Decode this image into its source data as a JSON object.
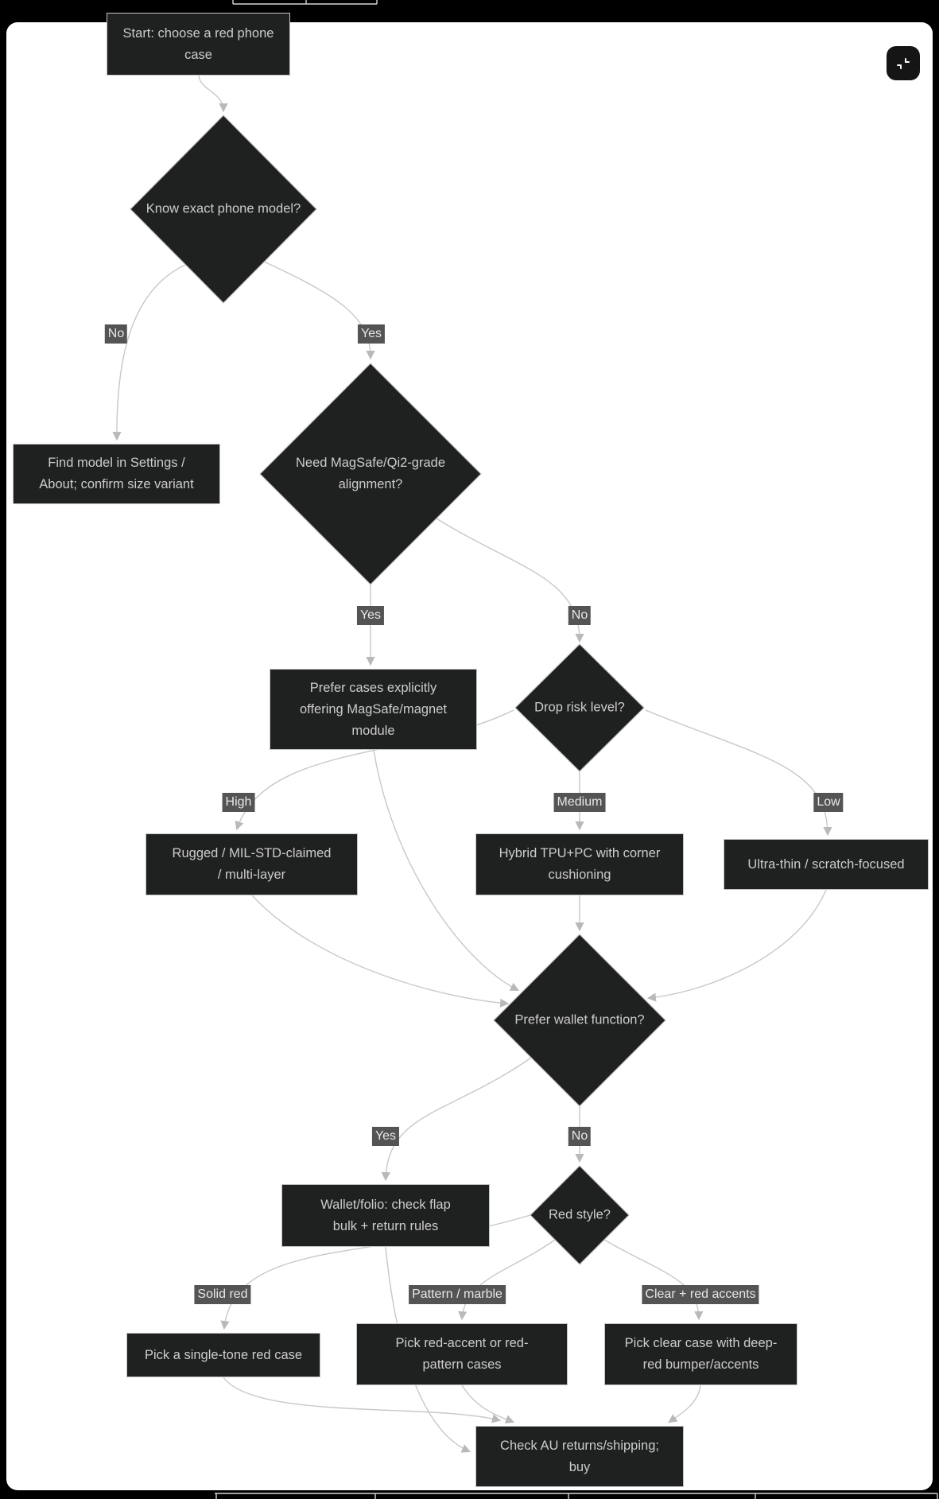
{
  "page": {
    "background": "#000000"
  },
  "canvas": {
    "background": "#ffffff"
  },
  "toolbar": {
    "collapse_button": {
      "icon": "collapse-icon"
    }
  },
  "diagram": {
    "colors": {
      "node_fill": "#1f2020",
      "node_border": "#c4c4c4",
      "node_text": "#cccccc",
      "edge_line": "#c8c8c8",
      "arrowhead": "#b9b9b9",
      "edge_label_bg": "#545454",
      "edge_label_text": "#e8e8e8"
    },
    "nodes": [
      {
        "id": "start",
        "shape": "rect",
        "label": "Start: choose a red phone\ncase"
      },
      {
        "id": "know_model",
        "shape": "diamond",
        "label": "Know exact phone model?"
      },
      {
        "id": "find_model",
        "shape": "rect",
        "label": "Find model in Settings /\nAbout; confirm size variant"
      },
      {
        "id": "magsafe",
        "shape": "diamond",
        "label": "Need MagSafe/Qi2-grade\nalignment?"
      },
      {
        "id": "prefer_magsafe",
        "shape": "rect",
        "label": "Prefer cases explicitly\noffering MagSafe/magnet\nmodule"
      },
      {
        "id": "drop_risk",
        "shape": "diamond",
        "label": "Drop risk level?"
      },
      {
        "id": "rugged",
        "shape": "rect",
        "label": "Rugged / MIL-STD-claimed\n/ multi-layer"
      },
      {
        "id": "hybrid",
        "shape": "rect",
        "label": "Hybrid TPU+PC with corner\ncushioning"
      },
      {
        "id": "ultrathin",
        "shape": "rect",
        "label": "Ultra-thin / scratch-focused"
      },
      {
        "id": "wallet_q",
        "shape": "diamond",
        "label": "Prefer wallet function?"
      },
      {
        "id": "wallet_box",
        "shape": "rect",
        "label": "Wallet/folio: check flap\nbulk + return rules"
      },
      {
        "id": "red_style",
        "shape": "diamond",
        "label": "Red style?"
      },
      {
        "id": "pick_solid",
        "shape": "rect",
        "label": "Pick a single-tone red case"
      },
      {
        "id": "pick_pattern",
        "shape": "rect",
        "label": "Pick red-accent or red-\npattern cases"
      },
      {
        "id": "pick_clear",
        "shape": "rect",
        "label": "Pick clear case with deep-\nred bumper/accents"
      },
      {
        "id": "check_buy",
        "shape": "rect",
        "label": "Check AU returns/shipping;\nbuy"
      }
    ],
    "edge_labels": [
      {
        "id": "no1",
        "text": "No"
      },
      {
        "id": "yes1",
        "text": "Yes"
      },
      {
        "id": "yes2",
        "text": "Yes"
      },
      {
        "id": "no2",
        "text": "No"
      },
      {
        "id": "high",
        "text": "High"
      },
      {
        "id": "medium",
        "text": "Medium"
      },
      {
        "id": "low",
        "text": "Low"
      },
      {
        "id": "yes3",
        "text": "Yes"
      },
      {
        "id": "no3",
        "text": "No"
      },
      {
        "id": "solid",
        "text": "Solid red"
      },
      {
        "id": "pattern",
        "text": "Pattern / marble"
      },
      {
        "id": "clear",
        "text": "Clear + red accents"
      }
    ]
  }
}
